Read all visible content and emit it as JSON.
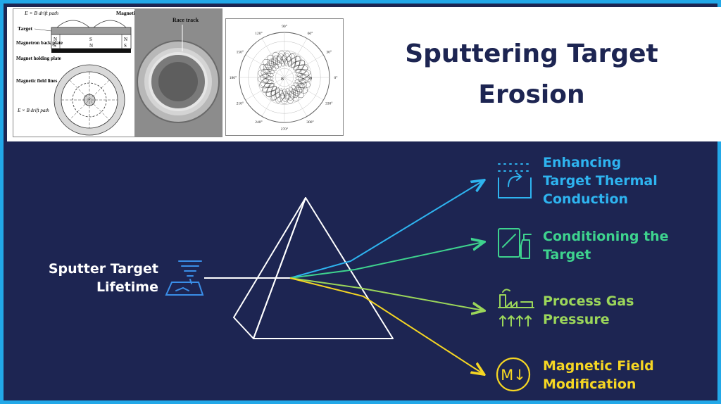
{
  "page": {
    "title_line1": "Sputtering Target",
    "title_line2": "Erosion"
  },
  "figure_magnetron": {
    "drift_path_top": "E × B drift path",
    "magnetic_field_lines_top": "Magnetic field lines",
    "target": "Target",
    "magnetron_back_plate": "Magnetron back plate",
    "magnet_holding_plate": "Magnet holding plate",
    "magnetic_field_lines_left": "Magnetic field lines",
    "drift_path_bottom": "E × B drift path",
    "poles": [
      "N",
      "S",
      "S",
      "N",
      "N",
      "S"
    ],
    "race_track": "Race track"
  },
  "figure_polar": {
    "angles": [
      "90°",
      "60°",
      "30°",
      "0°",
      "330°",
      "300°",
      "270°",
      "240°",
      "210°",
      "180°",
      "150°",
      "120°"
    ],
    "center_label": "B",
    "radius_label": "30"
  },
  "diagram": {
    "source_label_line1": "Sputter Target",
    "source_label_line2": "Lifetime",
    "outputs": [
      {
        "line1": "Enhancing",
        "line2": "Target Thermal",
        "line3": "Conduction",
        "color": "#2eb4f0",
        "icon": "thermal-conduction-icon"
      },
      {
        "line1": "Conditioning the",
        "line2": "Target",
        "color": "#3ed38e",
        "icon": "spray-cleaning-icon"
      },
      {
        "line1": "Process Gas",
        "line2": "Pressure",
        "color": "#9bd65a",
        "icon": "factory-pressure-icon"
      },
      {
        "line1": "Magnetic Field",
        "line2": "Modification",
        "color": "#f5d623",
        "icon_text": "M↓",
        "icon": "magnet-field-icon"
      }
    ],
    "colors": {
      "background": "#1d2552",
      "beam": "#ffffff",
      "source_icon": "#3a8ee8"
    }
  }
}
